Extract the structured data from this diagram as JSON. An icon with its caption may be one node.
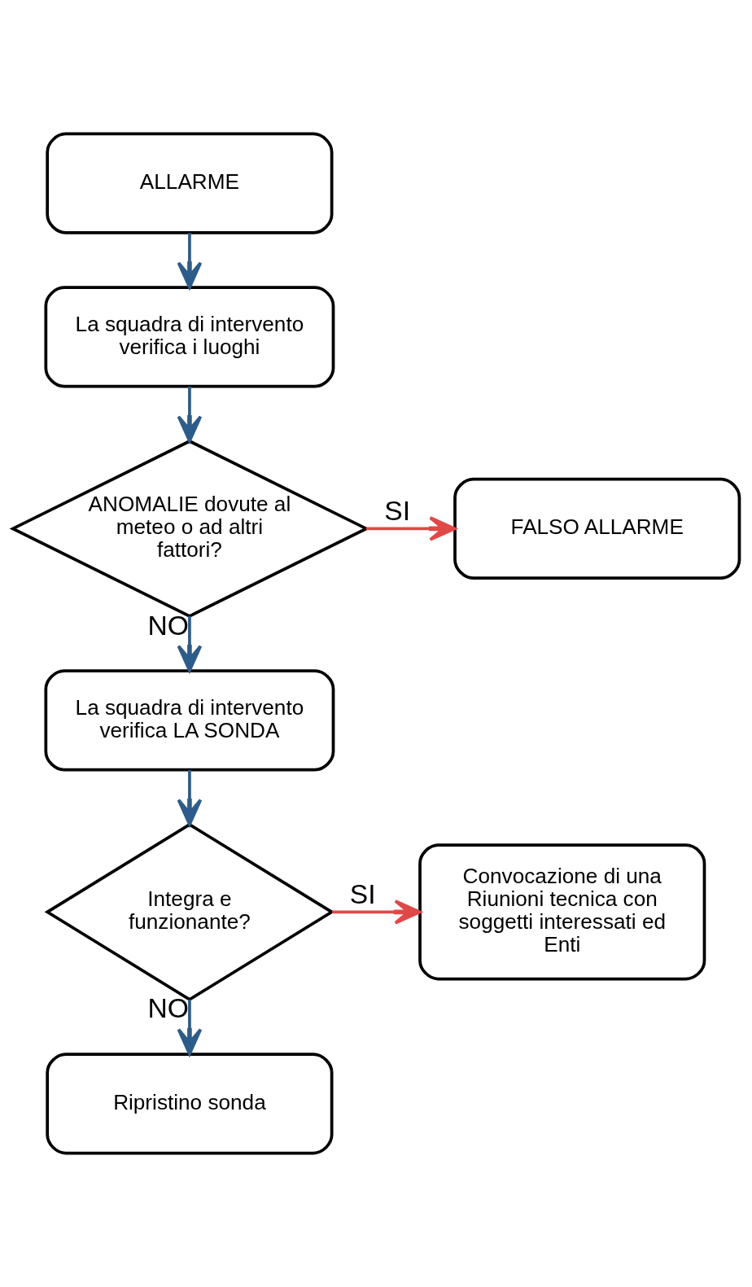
{
  "diagram": {
    "nodes": [
      {
        "text": [
          "ALLARME"
        ]
      },
      {
        "text": [
          "La squadra di intervento verifica i luoghi"
        ]
      },
      {
        "text": [
          "ANOMALIE dovute al meteo o ad altri fattori?"
        ]
      },
      {
        "text": [
          "FALSO ALLARME"
        ]
      },
      {
        "text": [
          "La squadra di intervento verifica LA SONDA"
        ]
      },
      {
        "text": [
          "Integra e funzionante?"
        ]
      },
      {
        "text": [
          "Convocazione di una Riunioni tecnica con soggetti interessati ed Enti"
        ]
      },
      {
        "text": [
          "Ripristino sonda"
        ]
      }
    ],
    "edges": [
      {
        "from": 0,
        "to": 1,
        "arrow": "to"
      },
      {
        "from": 1,
        "to": 2,
        "arrow": "to"
      },
      {
        "from": 2,
        "to": 3,
        "arrow": "to",
        "label": "SI",
        "color": "#e04848"
      },
      {
        "from": 2,
        "to": 4,
        "arrow": "to",
        "label": "NO"
      },
      {
        "from": 4,
        "to": 5,
        "arrow": "to"
      },
      {
        "from": 5,
        "to": 6,
        "arrow": "to",
        "label": "SI",
        "color": "#e04848"
      },
      {
        "from": 5,
        "to": 7,
        "arrow": "to",
        "label": "NO"
      }
    ]
  }
}
